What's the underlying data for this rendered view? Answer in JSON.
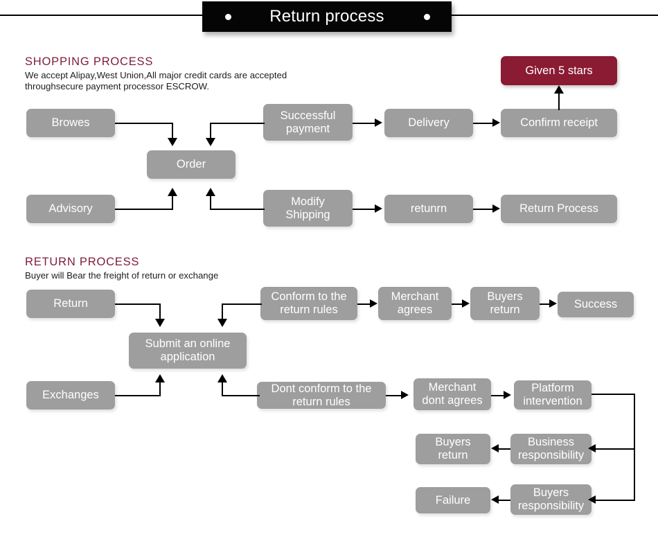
{
  "banner": {
    "title": "Return process",
    "dot_left": "bullet-dot",
    "dot_right": "bullet-dot"
  },
  "shopping_section": {
    "heading": "SHOPPING PROCESS",
    "description": "We accept Alipay,West Union,All major credit cards are accepted\nthroughsecure payment processor ESCROW.",
    "nodes": {
      "browes": "Browes",
      "order": "Order",
      "advisory": "Advisory",
      "successful_payment": "Successful\npayment",
      "modify_shipping": "Modify\nShipping",
      "delivery": "Delivery",
      "returnn": "retunrn",
      "confirm_receipt": "Confirm receipt",
      "return_process": "Return Process",
      "given_5_stars": "Given 5 stars"
    }
  },
  "return_section": {
    "heading": "RETURN PROCESS",
    "description": "Buyer will Bear the freight of return or exchange",
    "nodes": {
      "return": "Return",
      "exchanges": "Exchanges",
      "submit_online_application": "Submit an online\napplication",
      "conform_rules": "Conform to the\nreturn rules",
      "dont_conform_rules": "Dont conform to the\nreturn rules",
      "merchant_agrees": "Merchant\nagrees",
      "merchant_dont_agrees": "Merchant\ndont agrees",
      "buyers_return_top": "Buyers\nreturn",
      "buyers_return_mid": "Buyers\nreturn",
      "success": "Success",
      "platform_intervention": "Platform\nintervention",
      "business_responsibility": "Business\nresponsibility",
      "buyers_responsibility": "Buyers\nresponsibility",
      "failure": "Failure"
    }
  },
  "colors": {
    "box": "#9e9e9e",
    "accent": "#8b1a33",
    "heading": "#7d1c37",
    "banner": "#050505",
    "line": "#000000",
    "text_on_box": "#ffffff"
  }
}
